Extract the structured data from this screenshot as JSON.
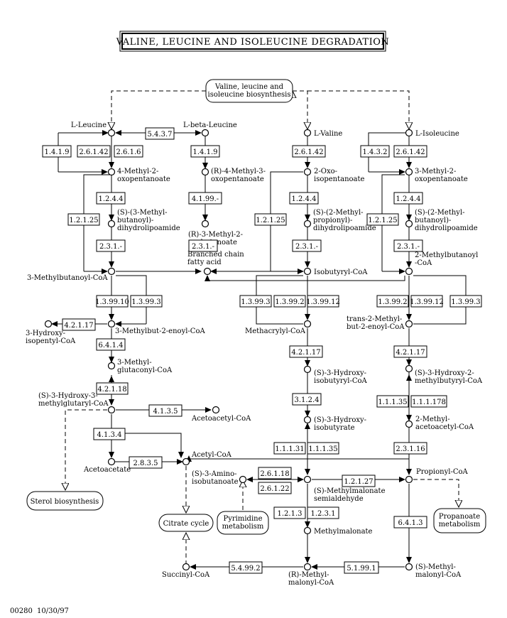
{
  "title": "VALINE, LEUCINE AND ISOLEUCINE DEGRADATION",
  "footer": {
    "map_id": "00280",
    "date": "10/30/97"
  },
  "maps": {
    "biosynthesis": [
      "Valine, leucine and",
      "isoleucine biosynthesis"
    ],
    "sterol": [
      "Sterol biosynthesis"
    ],
    "citrate": [
      "Citrate cycle"
    ],
    "pyrimidine": [
      "Pyrimidine",
      "metabolism"
    ],
    "propanoate": [
      "Propanoate",
      "metabolism"
    ]
  },
  "compounds": {
    "l_leucine": [
      "L-Leucine"
    ],
    "l_beta_leucine": [
      "L-beta-Leucine"
    ],
    "l_valine": [
      "L-Valine"
    ],
    "l_isoleucine": [
      "L-Isoleucine"
    ],
    "methyl_oxopentanoate_4": [
      "4-Methyl-2-",
      "oxopentanoate"
    ],
    "r_methyl_oxopentanoate": [
      "(R)-4-Methyl-3-",
      "oxopentanoate"
    ],
    "oxoisopentanoate": [
      "2-Oxo-",
      "isopentanoate"
    ],
    "methyl_oxopentanoate_3": [
      "3-Methyl-2-",
      "oxopentanoate"
    ],
    "s_methylbutanoyl_dhl": [
      "(S)-(3-Methyl-",
      "butanoyl)-",
      "dihydrolipoamide"
    ],
    "r_methyl_oxobutanoate": [
      "(R)-3-Methyl-2-",
      "oxobutanoate"
    ],
    "s_methylpropionyl_dhl": [
      "(S)-(2-Methyl-",
      "propionyl)-",
      "dihydrolipoamide"
    ],
    "s_methylbutanoyl2_dhl": [
      "(S)-(2-Methyl-",
      "butanoyl)-",
      "dihydrolipoamide"
    ],
    "branched_fatty_acid": [
      "Branched chain",
      "fatty acid"
    ],
    "methylbutanoyl_coa_3": [
      "3-Methylbutanoyl-CoA"
    ],
    "isobutyryl_coa": [
      "Isobutyryl-CoA"
    ],
    "methylbutanoyl_coa_2": [
      "2-Methylbutanoyl",
      "-CoA"
    ],
    "hydroxy_isopentyl_coa": [
      "3-Hydroxy-",
      "isopentyl-CoA"
    ],
    "methylbut_enoyl_coa": [
      "3-Methylbut-2-enoyl-CoA"
    ],
    "methacrylyl_coa": [
      "Methacrylyl-CoA"
    ],
    "trans_methylbut_enoyl_coa": [
      "trans-2-Methyl-",
      "but-2-enoyl-CoA"
    ],
    "methylglutaconyl_coa": [
      "3-Methyl-",
      "glutaconyl-CoA"
    ],
    "hydroxyisobutyryl_coa": [
      "(S)-3-Hydroxy-",
      "isobutyryl-CoA"
    ],
    "hydroxy_methylbutyryl_coa": [
      "(S)-3-Hydroxy-2-",
      "methylbutyryl-CoA"
    ],
    "hmg_coa": [
      "(S)-3-Hydroxy-3-",
      "methylglutaryl-CoA"
    ],
    "acetoacetyl_coa": [
      "Acetoacetyl-CoA"
    ],
    "hydroxyisobutyrate": [
      "(S)-3-Hydroxy-",
      "isobutyrate"
    ],
    "methyl_acetoacetyl_coa": [
      "2-Methyl-",
      "acetoacetyl-CoA"
    ],
    "acetoacetate": [
      "Acetoacetate"
    ],
    "acetyl_coa": [
      "Acetyl-CoA"
    ],
    "aminoisobutanoate": [
      "(S)-3-Amino-",
      "isobutanoate"
    ],
    "methylmalonate_semialdehyde": [
      "(S)-Methylmalonate",
      "semialdehyde"
    ],
    "propionyl_coa": [
      "Propionyl-CoA"
    ],
    "methylmalonate": [
      "Methylmalonate"
    ],
    "succinyl_coa": [
      "Succinyl-CoA"
    ],
    "r_methylmalonyl_coa": [
      "(R)-Methyl-",
      "malonyl-CoA"
    ],
    "s_methylmalonyl_coa": [
      "(S)-Methyl-",
      "malonyl-CoA"
    ]
  },
  "enzymes": {
    "e5437": "5.4.3.7",
    "e1419a": "1.4.1.9",
    "e26142a": "2.6.1.42",
    "e2616": "2.6.1.6",
    "e1419b": "1.4.1.9",
    "e26142b": "2.6.1.42",
    "e1432": "1.4.3.2",
    "e26142c": "2.6.1.42",
    "e1244a": "1.2.4.4",
    "e4199": "4.1.99.-",
    "e231a": "2.3.1.-",
    "e1244b": "1.2.4.4",
    "e1244c": "1.2.4.4",
    "e12125a": "1.2.1.25",
    "e12125b": "1.2.1.25",
    "e12125c": "1.2.1.25",
    "e231b": "2.3.1.-",
    "e231c": "2.3.1.-",
    "e231d": "2.3.1.-",
    "e13910a": "1.3.99.10",
    "e1393a": "1.3.99.3",
    "e1393b": "1.3.99.3",
    "e13992a": "1.3.99.2",
    "e13912a": "1.3.99.12",
    "e13992b": "1.3.99.2",
    "e13912b": "1.3.99.12",
    "e1393c": "1.3.99.3",
    "e42117a": "4.2.1.17",
    "e6414": "6.4.1.4",
    "e42117b": "4.2.1.17",
    "e42117c": "4.2.1.17",
    "e42118": "4.2.1.18",
    "e3124": "3.1.2.4",
    "e41135": "1.1.1.35",
    "e111178": "1.1.1.178",
    "e4135": "4.1.3.5",
    "e4134": "4.1.3.4",
    "e11131": "1.1.1.31",
    "e11135b": "1.1.1.35",
    "e23116": "2.3.1.16",
    "e2835": "2.8.3.5",
    "e26118": "2.6.1.18",
    "e26122": "2.6.1.22",
    "e12127": "1.2.1.27",
    "e1213": "1.2.1.3",
    "e1231": "1.2.3.1",
    "e6413": "6.4.1.3",
    "e54992": "5.4.99.2",
    "e51991": "5.1.99.1"
  }
}
